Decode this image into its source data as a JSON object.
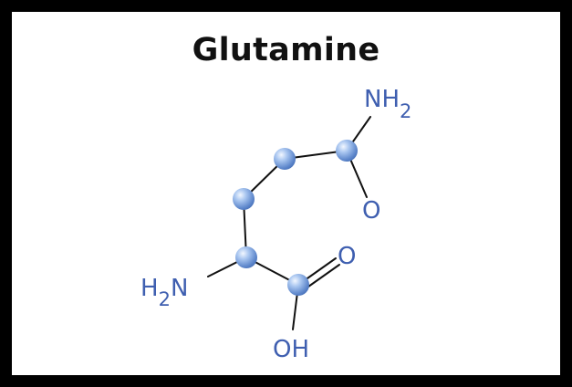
{
  "diagram": {
    "title": "Glutamine",
    "labels": {
      "amide_n": "NH",
      "amide_n_sub": "2",
      "amide_o": "O",
      "acid_o": "O",
      "acid_oh": "OH",
      "amine_h": "H",
      "amine_sub": "2",
      "amine_n": "N"
    },
    "colors": {
      "background": "#000000",
      "panel": "#ffffff",
      "label": "#3f5fb0",
      "atom": "#6f9ad8",
      "bond": "#111111"
    }
  }
}
